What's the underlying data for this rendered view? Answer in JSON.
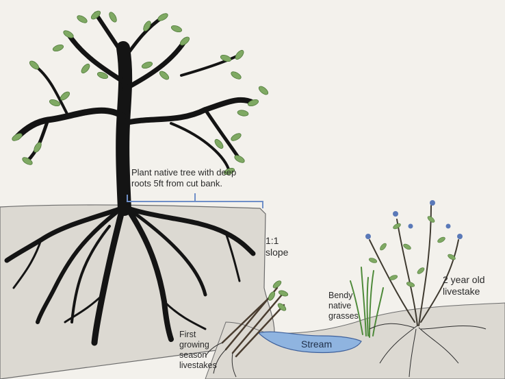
{
  "labels": {
    "tree": "Plant native tree with deep\nroots 5ft from cut bank.",
    "slope": "1:1\nslope",
    "bendy": "Bendy\nnative\ngrasses",
    "stream": "Stream",
    "first": "First\ngrowing\nseason\nlivestakes",
    "two_year": "2 year old\nlivestake"
  },
  "colors": {
    "paper": "#f3f1ec",
    "soil": "#dcd9d2",
    "trunk": "#141414",
    "leaf": "#7fa963",
    "leaf_dark": "#4f7a3a",
    "bracket": "#6f8fc8",
    "stream": "#8fb4e0",
    "flower": "#5a79b8"
  },
  "icons": {
    "tree": "tree-illustration",
    "stakes": "livestake-bundle",
    "grass": "grass-clump",
    "shrub": "flowering-shrub"
  }
}
